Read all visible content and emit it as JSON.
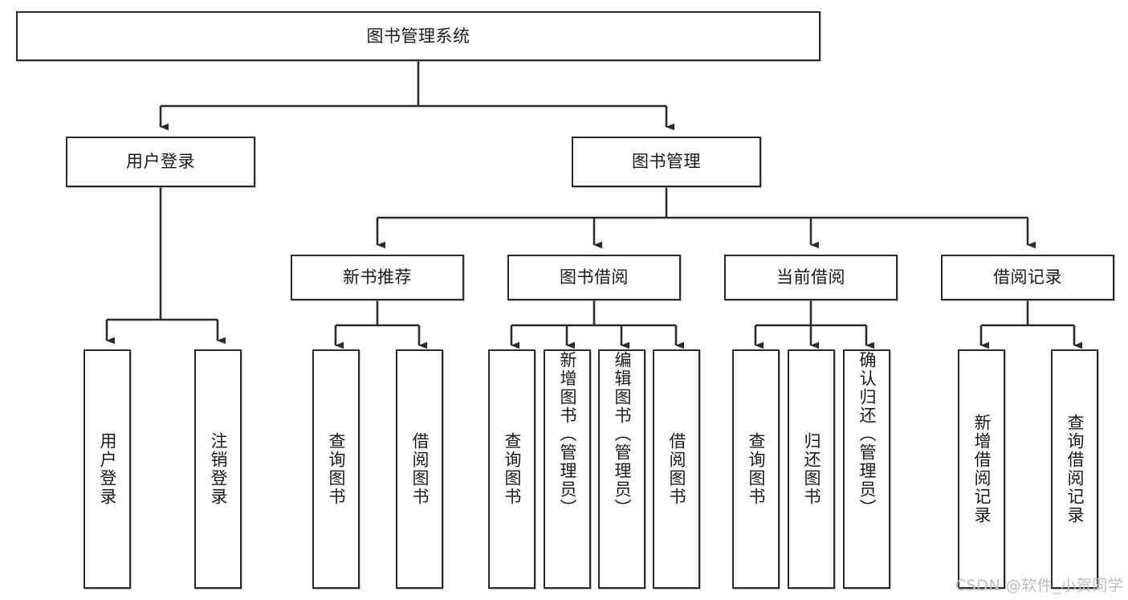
{
  "diagram": {
    "type": "tree",
    "title": "图书管理系统",
    "root": {
      "id": "root",
      "label": "图书管理系统"
    },
    "level2": [
      {
        "id": "user-login",
        "label": "用户登录"
      },
      {
        "id": "book-manage",
        "label": "图书管理"
      }
    ],
    "level3": [
      {
        "id": "new-book-rec",
        "label": "新书推荐",
        "parent": "book-manage"
      },
      {
        "id": "book-borrow",
        "label": "图书借阅",
        "parent": "book-manage"
      },
      {
        "id": "current-borrow",
        "label": "当前借阅",
        "parent": "book-manage"
      },
      {
        "id": "borrow-record",
        "label": "借阅记录",
        "parent": "book-manage"
      }
    ],
    "leaves": {
      "user-login": [
        {
          "id": "leaf-user-login",
          "label": "用户登录"
        },
        {
          "id": "leaf-logout",
          "label": "注销登录"
        }
      ],
      "new-book-rec": [
        {
          "id": "leaf-query-book-1",
          "label": "查询图书"
        },
        {
          "id": "leaf-borrow-book-1",
          "label": "借阅图书"
        }
      ],
      "book-borrow": [
        {
          "id": "leaf-query-book-2",
          "label": "查询图书"
        },
        {
          "id": "leaf-add-book",
          "label": "新增图书（管理员）"
        },
        {
          "id": "leaf-edit-book",
          "label": "编辑图书（管理员）"
        },
        {
          "id": "leaf-borrow-book-2",
          "label": "借阅图书"
        }
      ],
      "current-borrow": [
        {
          "id": "leaf-query-book-3",
          "label": "查询图书"
        },
        {
          "id": "leaf-return-book",
          "label": "归还图书"
        },
        {
          "id": "leaf-confirm-return",
          "label": "确认归还（管理员）"
        }
      ],
      "borrow-record": [
        {
          "id": "leaf-add-record",
          "label": "新增借阅记录"
        },
        {
          "id": "leaf-query-record",
          "label": "查询借阅记录"
        }
      ]
    }
  },
  "watermark": {
    "text": "CSDN @软件_小贺同学"
  },
  "colors": {
    "stroke": "#2b2b2b",
    "fill": "#ffffff",
    "text": "#1a1a1a",
    "watermark": "#bdbdbd"
  }
}
